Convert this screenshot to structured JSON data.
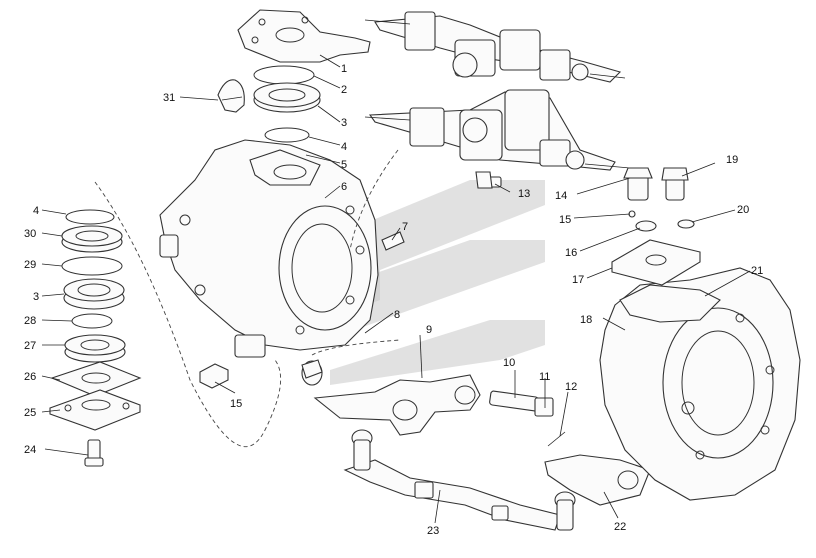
{
  "diagram": {
    "callouts": [
      {
        "id": "c1",
        "text": "1"
      },
      {
        "id": "c2",
        "text": "2"
      },
      {
        "id": "c3",
        "text": "3"
      },
      {
        "id": "c4a",
        "text": "4"
      },
      {
        "id": "c5",
        "text": "5"
      },
      {
        "id": "c6",
        "text": "6"
      },
      {
        "id": "c7",
        "text": "7"
      },
      {
        "id": "c8",
        "text": "8"
      },
      {
        "id": "c9",
        "text": "9"
      },
      {
        "id": "c10",
        "text": "10"
      },
      {
        "id": "c11",
        "text": "11"
      },
      {
        "id": "c12",
        "text": "12"
      },
      {
        "id": "c13",
        "text": "13"
      },
      {
        "id": "c14",
        "text": "14"
      },
      {
        "id": "c15a",
        "text": "15"
      },
      {
        "id": "c15b",
        "text": "15"
      },
      {
        "id": "c16",
        "text": "16"
      },
      {
        "id": "c17",
        "text": "17"
      },
      {
        "id": "c18",
        "text": "18"
      },
      {
        "id": "c19",
        "text": "19"
      },
      {
        "id": "c20",
        "text": "20"
      },
      {
        "id": "c21",
        "text": "21"
      },
      {
        "id": "c22",
        "text": "22"
      },
      {
        "id": "c23",
        "text": "23"
      },
      {
        "id": "c24",
        "text": "24"
      },
      {
        "id": "c25",
        "text": "25"
      },
      {
        "id": "c26",
        "text": "26"
      },
      {
        "id": "c27",
        "text": "27"
      },
      {
        "id": "c28",
        "text": "28"
      },
      {
        "id": "c3b",
        "text": "3"
      },
      {
        "id": "c29",
        "text": "29"
      },
      {
        "id": "c30",
        "text": "30"
      },
      {
        "id": "c4b",
        "text": "4"
      },
      {
        "id": "c31",
        "text": "31"
      }
    ]
  }
}
